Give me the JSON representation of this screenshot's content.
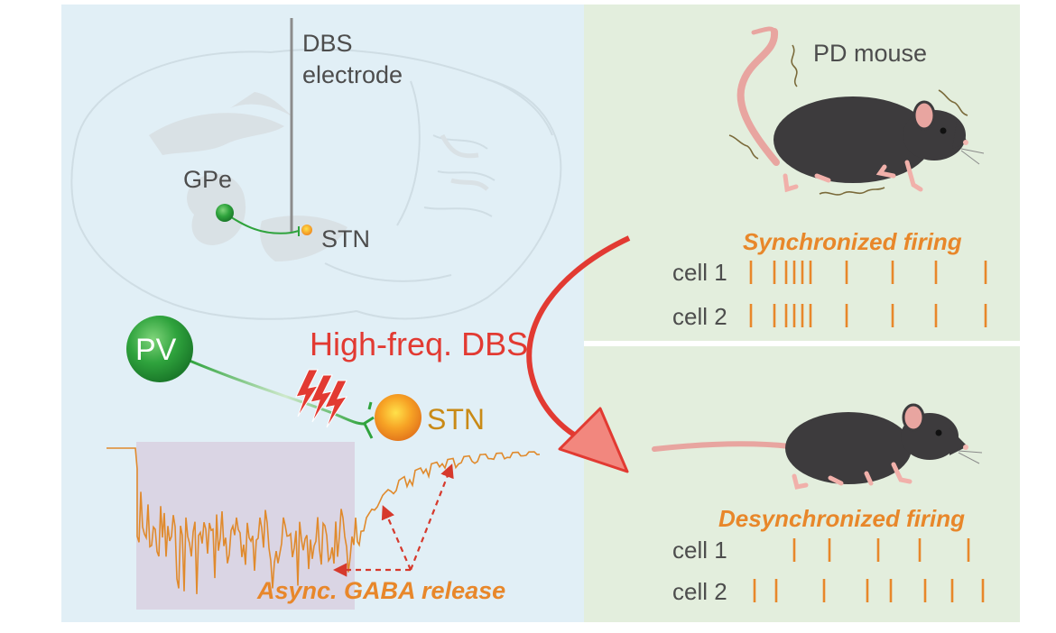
{
  "labels": {
    "dbs_electrode_line1": "DBS",
    "dbs_electrode_line2": "electrode",
    "gpe": "GPe",
    "stn_brain": "STN",
    "pv": "PV",
    "high_freq_dbs": "High-freq. DBS",
    "stn_neuron": "STN",
    "async_gaba": "Async. GABA release",
    "pd_mouse": "PD mouse",
    "synchronized_firing": "Synchronized firing",
    "desynchronized_firing": "Desynchronized firing"
  },
  "raster": {
    "sync": {
      "rows": [
        {
          "label": "cell 1",
          "spikes": [
            832,
            858,
            871,
            880,
            889,
            898,
            938,
            989,
            1037,
            1092
          ]
        },
        {
          "label": "cell 2",
          "spikes": [
            832,
            858,
            871,
            880,
            889,
            898,
            938,
            989,
            1037,
            1092
          ]
        }
      ]
    },
    "desync": {
      "rows": [
        {
          "label": "cell 1",
          "spikes": [
            880,
            919,
            973,
            1019,
            1073
          ]
        },
        {
          "label": "cell 2",
          "spikes": [
            836,
            860,
            913,
            961,
            987,
            1025,
            1055,
            1089
          ]
        }
      ]
    }
  },
  "colors": {
    "left_panel": "#e1eff6",
    "right_panel": "#e3eedd",
    "trace": "#e08a2c",
    "orange": "#e8872a",
    "red": "#e23a32",
    "green": "#2fa33d",
    "shade": "#d8d0e0"
  }
}
